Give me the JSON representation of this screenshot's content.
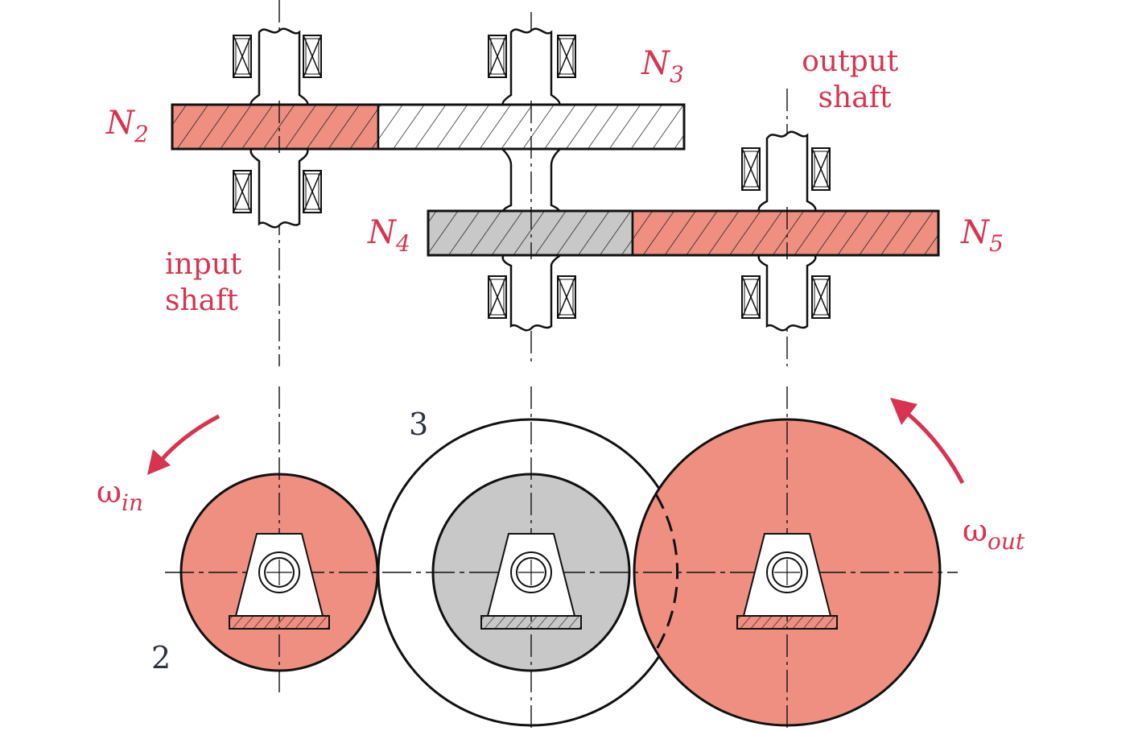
{
  "labels": {
    "n2": {
      "main": "N",
      "sub": "2"
    },
    "n3": {
      "main": "N",
      "sub": "3"
    },
    "n4": {
      "main": "N",
      "sub": "4"
    },
    "n5": {
      "main": "N",
      "sub": "5"
    },
    "input_shaft": [
      "input",
      "shaft"
    ],
    "output_shaft": [
      "output",
      "shaft"
    ],
    "omega_in": {
      "main": "ω",
      "sub": "in"
    },
    "omega_out": {
      "main": "ω",
      "sub": "out"
    },
    "gear_2": "2",
    "gear_3": "3"
  },
  "colors": {
    "accent_red": "#d8344f",
    "gear_salmon": "#ee8f82",
    "gear_gray": "#c8c8c8",
    "line": "#111111"
  }
}
